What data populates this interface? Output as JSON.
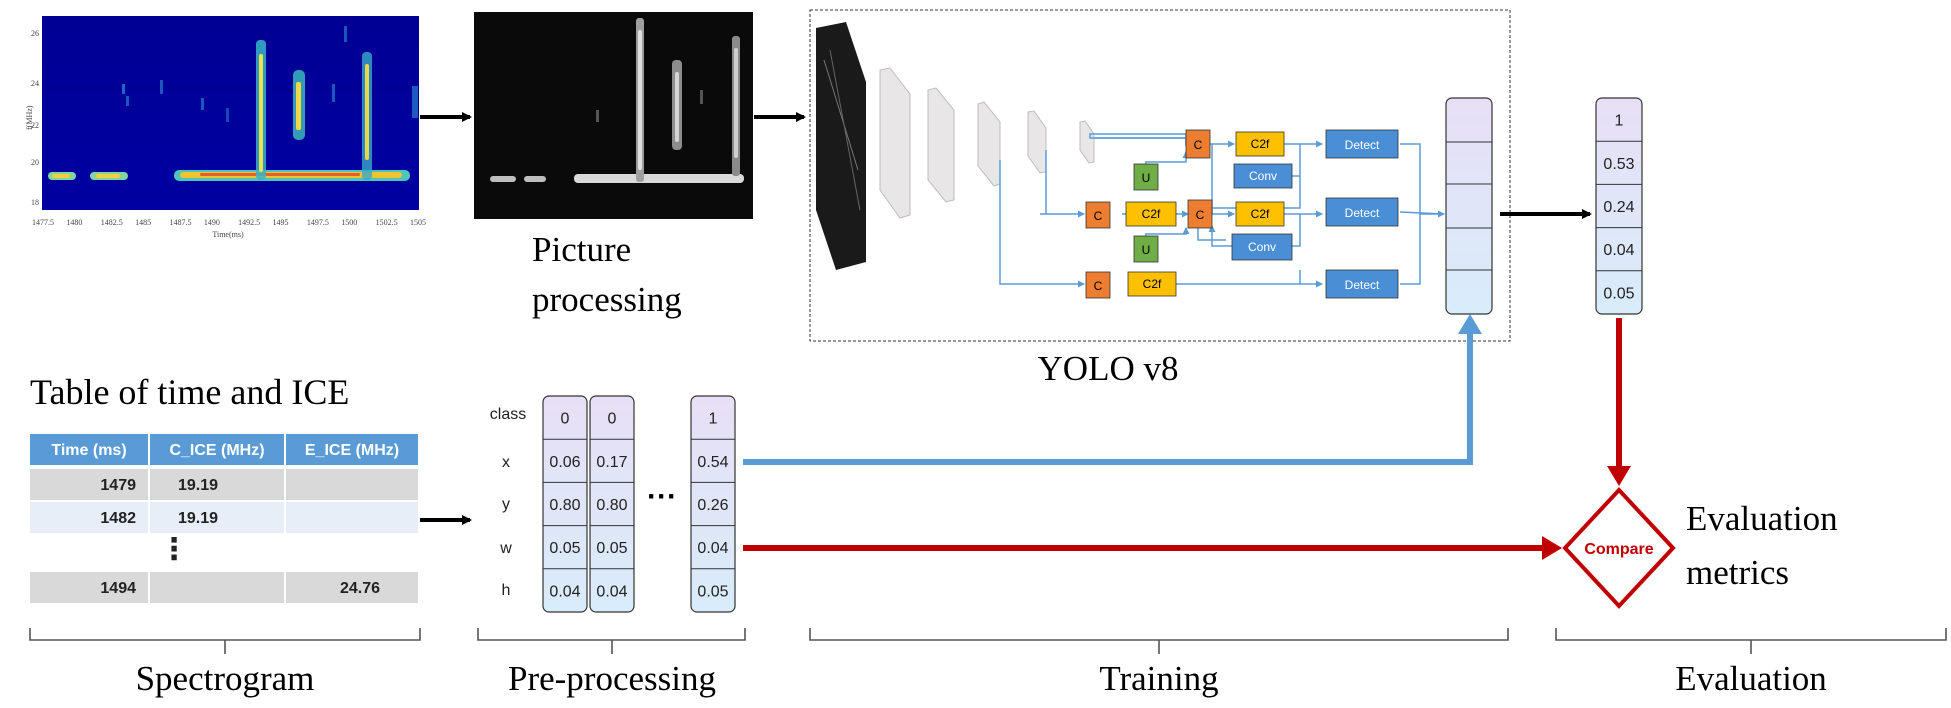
{
  "spectrogram": {
    "y_ticks": [
      "26",
      "24",
      "22",
      "20",
      "18"
    ],
    "y_label": "f(MHz)",
    "x_ticks": [
      "1477.5",
      "1480",
      "1482.5",
      "1485",
      "1487.5",
      "1490",
      "1492.5",
      "1495",
      "1497.5",
      "1500",
      "1502.5",
      "1505"
    ],
    "x_label": "Time(ms)"
  },
  "picture_processing": {
    "line1": "Picture",
    "line2": "processing"
  },
  "yolo": {
    "title": "YOLO v8",
    "blocks": {
      "c": "C",
      "c2f": "C2f",
      "u": "U",
      "conv": "Conv",
      "detect": "Detect"
    }
  },
  "output_vector": [
    "1",
    "0.53",
    "0.24",
    "0.04",
    "0.05"
  ],
  "table": {
    "title": "Table of time and ICE",
    "headers": [
      "Time (ms)",
      "C_ICE (MHz)",
      "E_ICE (MHz)"
    ],
    "rows": [
      [
        "1479",
        "19.19",
        ""
      ],
      [
        "1482",
        "19.19",
        ""
      ],
      [
        "",
        "⋮",
        ""
      ],
      [
        "1494",
        "",
        "24.76"
      ]
    ]
  },
  "preprocessing": {
    "row_labels": [
      "class",
      "x",
      "y",
      "w",
      "h"
    ],
    "columns": [
      [
        "0",
        "0.06",
        "0.80",
        "0.05",
        "0.04"
      ],
      [
        "0",
        "0.17",
        "0.80",
        "0.05",
        "0.04"
      ],
      [
        "1",
        "0.54",
        "0.26",
        "0.04",
        "0.05"
      ]
    ],
    "ellipsis": "···"
  },
  "compare": {
    "label": "Compare"
  },
  "evaluation_metrics": {
    "line1": "Evaluation",
    "line2": "metrics"
  },
  "stages": [
    "Spectrogram",
    "Pre-processing",
    "Training",
    "Evaluation"
  ],
  "colors": {
    "header_blue": "#5b9bd5",
    "row_grey": "#d9d9d9",
    "row_light": "#e8eef7",
    "orange": "#ed7d31",
    "yellow": "#ffc000",
    "green": "#70ad47",
    "blue_block": "#4a8fd6",
    "arrow_blue": "#5b9bd5",
    "arrow_red": "#c00000",
    "vec_purple": "#e6dcf3",
    "vec_blue": "#dcecf9"
  }
}
